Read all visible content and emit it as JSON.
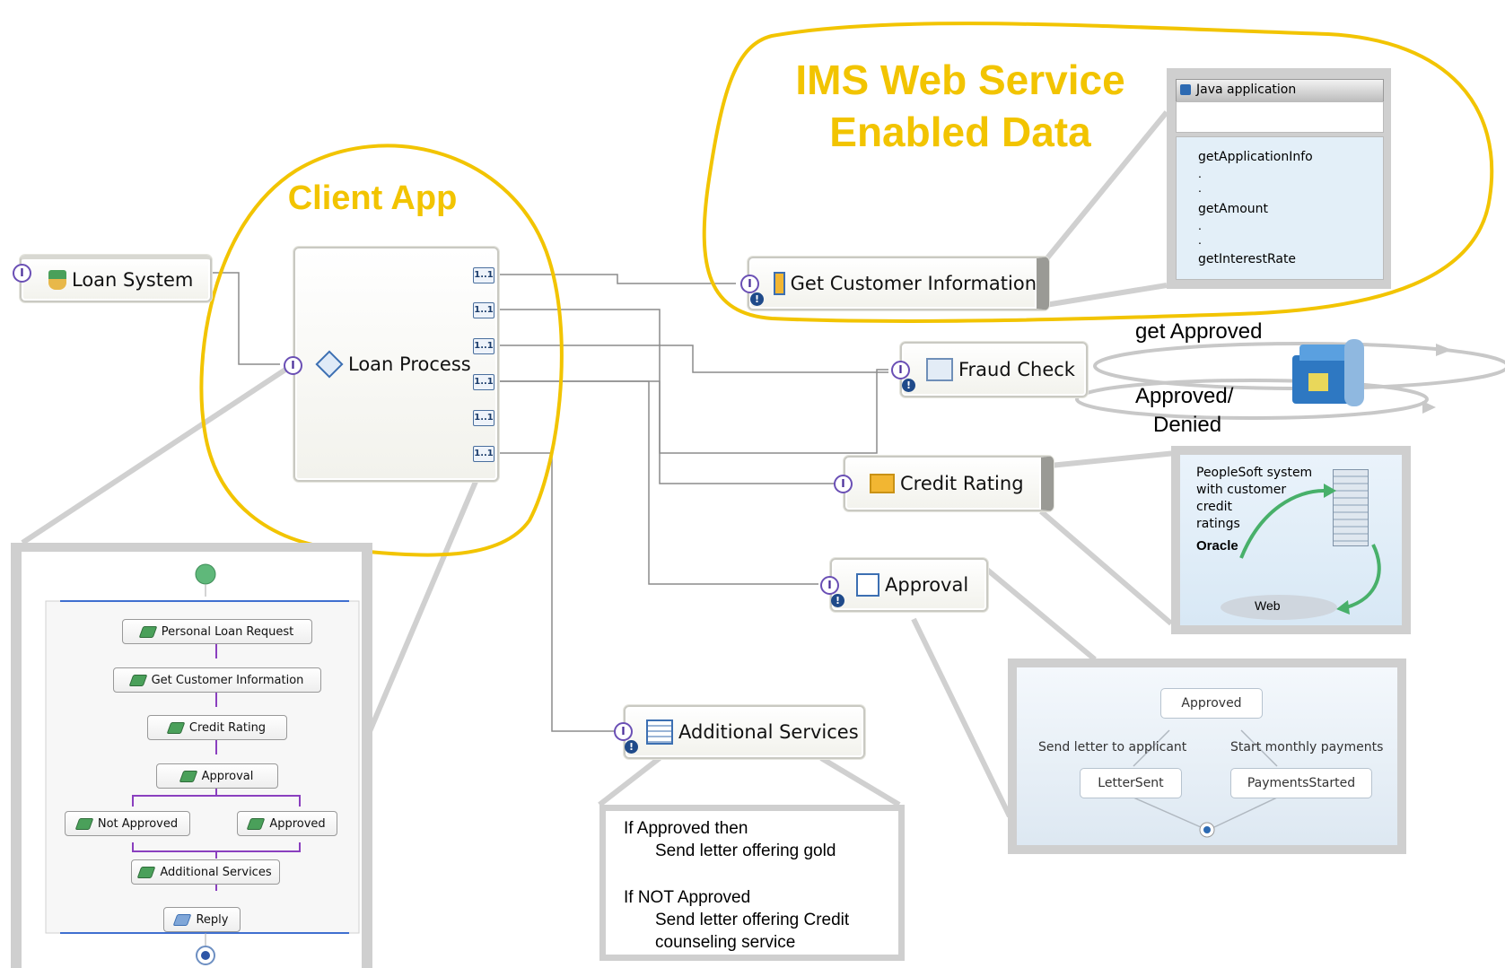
{
  "titles": {
    "client_app": "Client App",
    "ims_line1": "IMS Web Service",
    "ims_line2": "Enabled Data"
  },
  "nodes": {
    "loan_system": "Loan System",
    "loan_process": "Loan Process",
    "get_customer_information": "Get Customer Information",
    "fraud_check": "Fraud Check",
    "credit_rating": "Credit Rating",
    "approval": "Approval",
    "additional_services": "Additional Services"
  },
  "refs": [
    "1..1",
    "1..1",
    "1..1",
    "1..1",
    "1..1",
    "1..1"
  ],
  "interface_badge": "I",
  "warning_badge": "!",
  "java_panel": {
    "title": "Java application",
    "methods": [
      "getApplicationInfo",
      ".",
      ".",
      "getAmount",
      ".",
      ".",
      "getInterestRate"
    ]
  },
  "fraud_labels": {
    "get_approved": "get Approved",
    "approved_denied_1": "Approved/",
    "approved_denied_2": "Denied"
  },
  "peoplesoft_panel": {
    "lines": [
      "PeopleSoft system",
      "with customer",
      "credit",
      "ratings"
    ],
    "oracle": "Oracle",
    "web": "Web"
  },
  "approval_panel": {
    "approved": "Approved",
    "send_letter": "Send letter to applicant",
    "start_payments": "Start monthly payments",
    "letter_sent": "LetterSent",
    "payments_started": "PaymentsStarted"
  },
  "process_flow": {
    "activities": [
      "Personal Loan Request",
      "Get Customer Information",
      "Credit Rating",
      "Approval",
      "Not Approved",
      "Approved",
      "Additional Services",
      "Reply"
    ]
  },
  "additional_note": {
    "l1": "If Approved then",
    "l2": "Send letter offering gold",
    "l3": "If NOT Approved",
    "l4": "Send letter offering Credit",
    "l5": "counseling service"
  },
  "colors": {
    "highlight": "#f2c400",
    "interface": "#6a4fb5",
    "wire": "#8c8c8c"
  }
}
